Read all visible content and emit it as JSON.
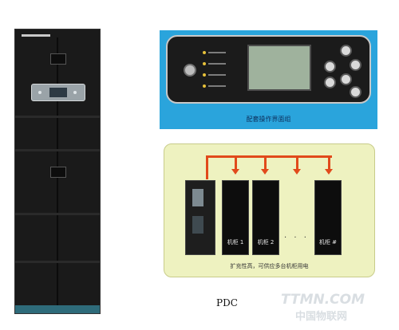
{
  "panel_caption": "配套操作界面组",
  "pdc_diagram": {
    "units": [
      "机柜 1",
      "机柜 2",
      "机柜 #"
    ],
    "ellipsis": "· · · ·",
    "caption": "扩充性高，可供应多台机柜用电"
  },
  "pdc_label": "PDC",
  "watermark": {
    "line1": "TTMN.COM",
    "line2": "中国物联网"
  },
  "colors": {
    "panel_background": "#2aa4dc",
    "diagram_background": "#eef2c0",
    "arrow_color": "#e14a1b",
    "cabinet_color": "#1a1a1a"
  }
}
